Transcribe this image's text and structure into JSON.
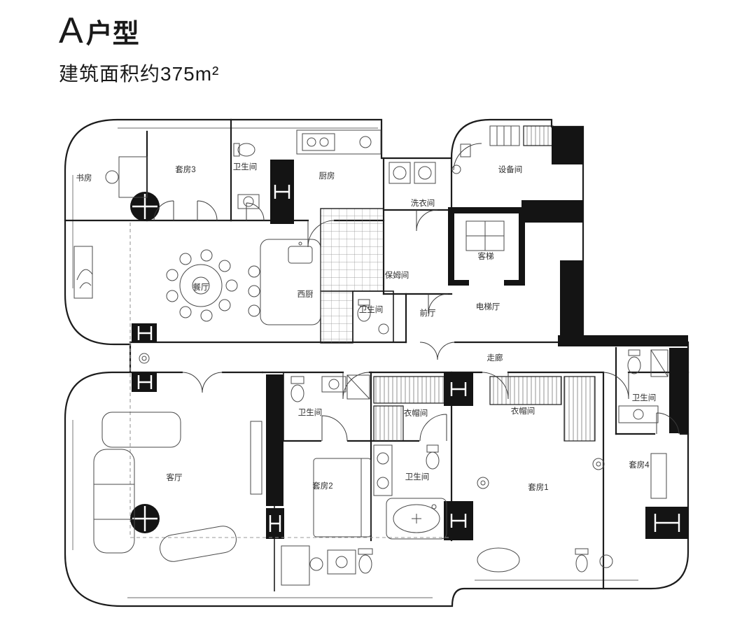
{
  "header": {
    "title_letter": "A",
    "title_suffix": "户型",
    "subtitle": "建筑面积约375m²"
  },
  "colors": {
    "ink": "#1a1a1a",
    "wall_fill": "#141414"
  },
  "rooms": [
    {
      "id": "study",
      "label": "书房"
    },
    {
      "id": "suite-3",
      "label": "套房3"
    },
    {
      "id": "bathroom-top",
      "label": "卫生间"
    },
    {
      "id": "kitchen",
      "label": "厨房"
    },
    {
      "id": "laundry",
      "label": "洗衣间"
    },
    {
      "id": "equipment-room",
      "label": "设备间"
    },
    {
      "id": "dining-room",
      "label": "餐厅"
    },
    {
      "id": "west-kitchen",
      "label": "西厨"
    },
    {
      "id": "nanny-room",
      "label": "保姆间"
    },
    {
      "id": "passenger-elevator",
      "label": "客梯"
    },
    {
      "id": "bathroom-center",
      "label": "卫生间"
    },
    {
      "id": "front-hall",
      "label": "前厅"
    },
    {
      "id": "elevator-hall",
      "label": "电梯厅"
    },
    {
      "id": "corridor",
      "label": "走廊"
    },
    {
      "id": "bathroom-suite2",
      "label": "卫生间"
    },
    {
      "id": "cloakroom-1",
      "label": "衣帽间"
    },
    {
      "id": "cloakroom-2",
      "label": "衣帽间"
    },
    {
      "id": "bathroom-suite4",
      "label": "卫生间"
    },
    {
      "id": "living-room",
      "label": "客厅"
    },
    {
      "id": "suite-2",
      "label": "套房2"
    },
    {
      "id": "bathroom-master",
      "label": "卫生间"
    },
    {
      "id": "suite-1",
      "label": "套房1"
    },
    {
      "id": "suite-4",
      "label": "套房4"
    }
  ]
}
